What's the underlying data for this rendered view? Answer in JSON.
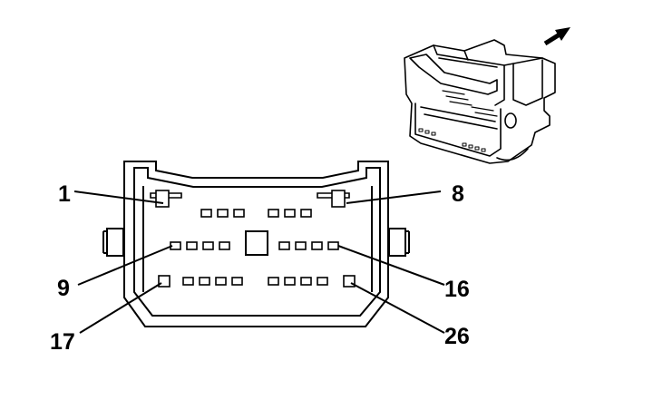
{
  "diagram": {
    "pin_labels": {
      "pin_1": "1",
      "pin_8": "8",
      "pin_9": "9",
      "pin_16": "16",
      "pin_17": "17",
      "pin_26": "26"
    },
    "row_1_pin_count": 8,
    "row_2_pin_count": 8,
    "row_3_pin_count": 10,
    "colors": {
      "line": "#000000",
      "background": "#ffffff"
    },
    "icons": {
      "direction": "arrow-icon"
    }
  }
}
